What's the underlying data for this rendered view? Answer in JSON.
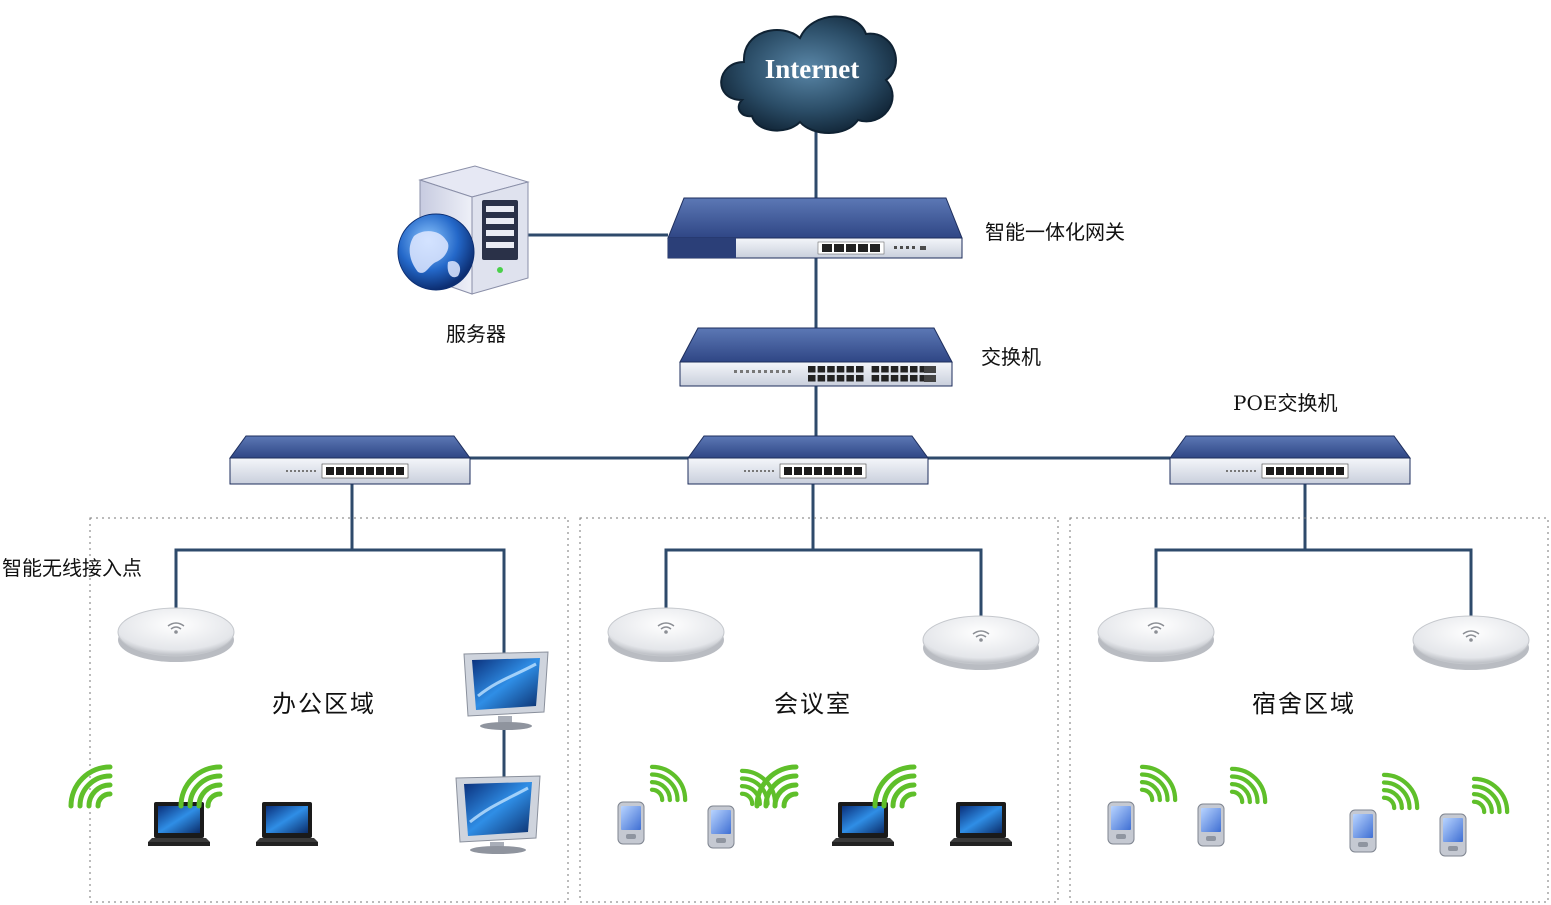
{
  "cloud": {
    "label": "Internet"
  },
  "labels": {
    "gateway": "智能一体化网关",
    "server": "服务器",
    "switch": "交换机",
    "poe_switch": "POE交换机",
    "wireless_ap": "智能无线接入点"
  },
  "areas": {
    "office": "办公区域",
    "meeting": "会议室",
    "dorm": "宿舍区域"
  },
  "colors": {
    "link": "#2e4a6b",
    "device_body": "#2b3f78",
    "wifi_signal": "#5fbf2a"
  },
  "icons": {
    "cloud": "cloud-icon",
    "server": "server-globe-icon",
    "gateway": "gateway-router-icon",
    "switch": "switch-icon",
    "poe_switch": "poe-switch-icon",
    "ap": "ceiling-ap-icon",
    "desktop": "desktop-monitor-icon",
    "laptop": "laptop-icon",
    "pda": "pda-icon",
    "wifi": "wifi-signal-icon"
  }
}
